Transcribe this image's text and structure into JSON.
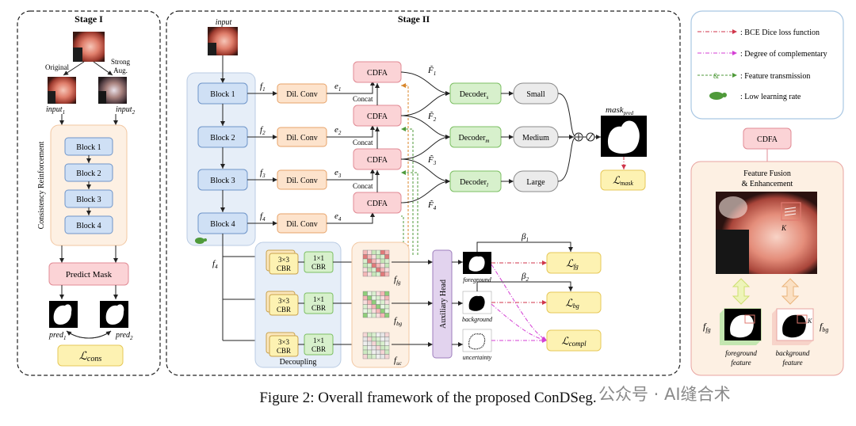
{
  "stage1": {
    "title": "Stage I",
    "original": "Original",
    "strong_aug_1": "Strong",
    "strong_aug_2": "Aug.",
    "input1": "input",
    "input1_sub": "1",
    "input2": "input",
    "input2_sub": "2",
    "vertical_label": "Consistency Reinforcement",
    "blocks": [
      "Block 1",
      "Block 2",
      "Block 3",
      "Block 4"
    ],
    "predict_mask": "Predict Mask",
    "pred1": "pred",
    "pred1_sub": "1",
    "pred2": "pred",
    "pred2_sub": "2",
    "loss": "cons"
  },
  "stage2": {
    "title": "Stage II",
    "input": "input",
    "blocks": [
      "Block 1",
      "Block 2",
      "Block 3",
      "Block 4"
    ],
    "dil_conv": "Dil. Conv",
    "f_labels": [
      "1",
      "2",
      "3",
      "4"
    ],
    "e_labels": [
      "1",
      "2",
      "3",
      "4"
    ],
    "cdfa": "CDFA",
    "concat": "Concat",
    "F_labels": [
      "1",
      "2",
      "3",
      "4"
    ],
    "decoders": [
      {
        "name": "Decoder",
        "sub": "s"
      },
      {
        "name": "Decoder",
        "sub": "m"
      },
      {
        "name": "Decoder",
        "sub": "l"
      }
    ],
    "sizes": [
      "Small",
      "Medium",
      "Large"
    ],
    "mask_pred": "mask",
    "mask_pred_sub": "pred",
    "loss_mask": "mask",
    "f4_label": "4",
    "cbr3": [
      "3×3",
      "CBR"
    ],
    "cbr1": [
      "1×1",
      "CBR"
    ],
    "decoupling": "Decoupling",
    "f_maps": [
      "fg",
      "bg",
      "uc"
    ],
    "auxiliary_head": "Auxiliary Head",
    "aux_outputs": [
      "foreground",
      "background",
      "uncertainty"
    ],
    "betas": [
      "1",
      "2"
    ],
    "losses": [
      "fg",
      "bg",
      "compl"
    ]
  },
  "legend": [
    {
      "text": ": BCE Dice loss function",
      "color": "#d0364b",
      "style": "dashdot"
    },
    {
      "text": ": Degree of complementary",
      "color": "#d43fd4",
      "style": "dashdot"
    },
    {
      "text": ": Feature transmission",
      "color": "#4f9a3a",
      "style": "dashed"
    },
    {
      "text": ": Low learning rate",
      "color": "#4f9a3a",
      "style": "turtle"
    }
  ],
  "cdfa_panel": {
    "title": "CDFA",
    "subtitle_1": "Feature Fusion",
    "subtitle_2": "& Enhancement",
    "k": "K",
    "fg_label": "fg",
    "bg_label": "bg",
    "fg_caption_1": "foreground",
    "fg_caption_2": "feature",
    "bg_caption_1": "background",
    "bg_caption_2": "feature"
  },
  "caption": "Figure 2: Overall framework of the proposed ConDSeg.",
  "watermark": "公众号 · AI缝合术",
  "colors": {
    "block": "#cfe0f5",
    "dil": "#fde3cc",
    "cdfa": "#fbd3d6",
    "decoder": "#d7f0cc",
    "size": "#ebebeb",
    "loss": "#fdf2b2",
    "aux": "#e2d3ee"
  }
}
